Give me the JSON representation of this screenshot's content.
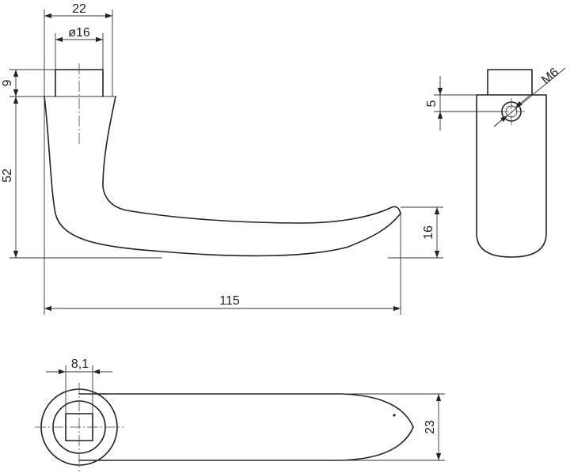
{
  "dimensions": {
    "width_top": "22",
    "shaft_diameter": "ø16",
    "rose_height": "9",
    "total_height": "52",
    "lever_tip_height": "16",
    "total_length": "115",
    "side_pin_offset": "5",
    "side_thread": "M6",
    "square_size": "8,1",
    "lever_width": "23"
  },
  "colors": {
    "line": "#222222",
    "background": "#ffffff"
  }
}
